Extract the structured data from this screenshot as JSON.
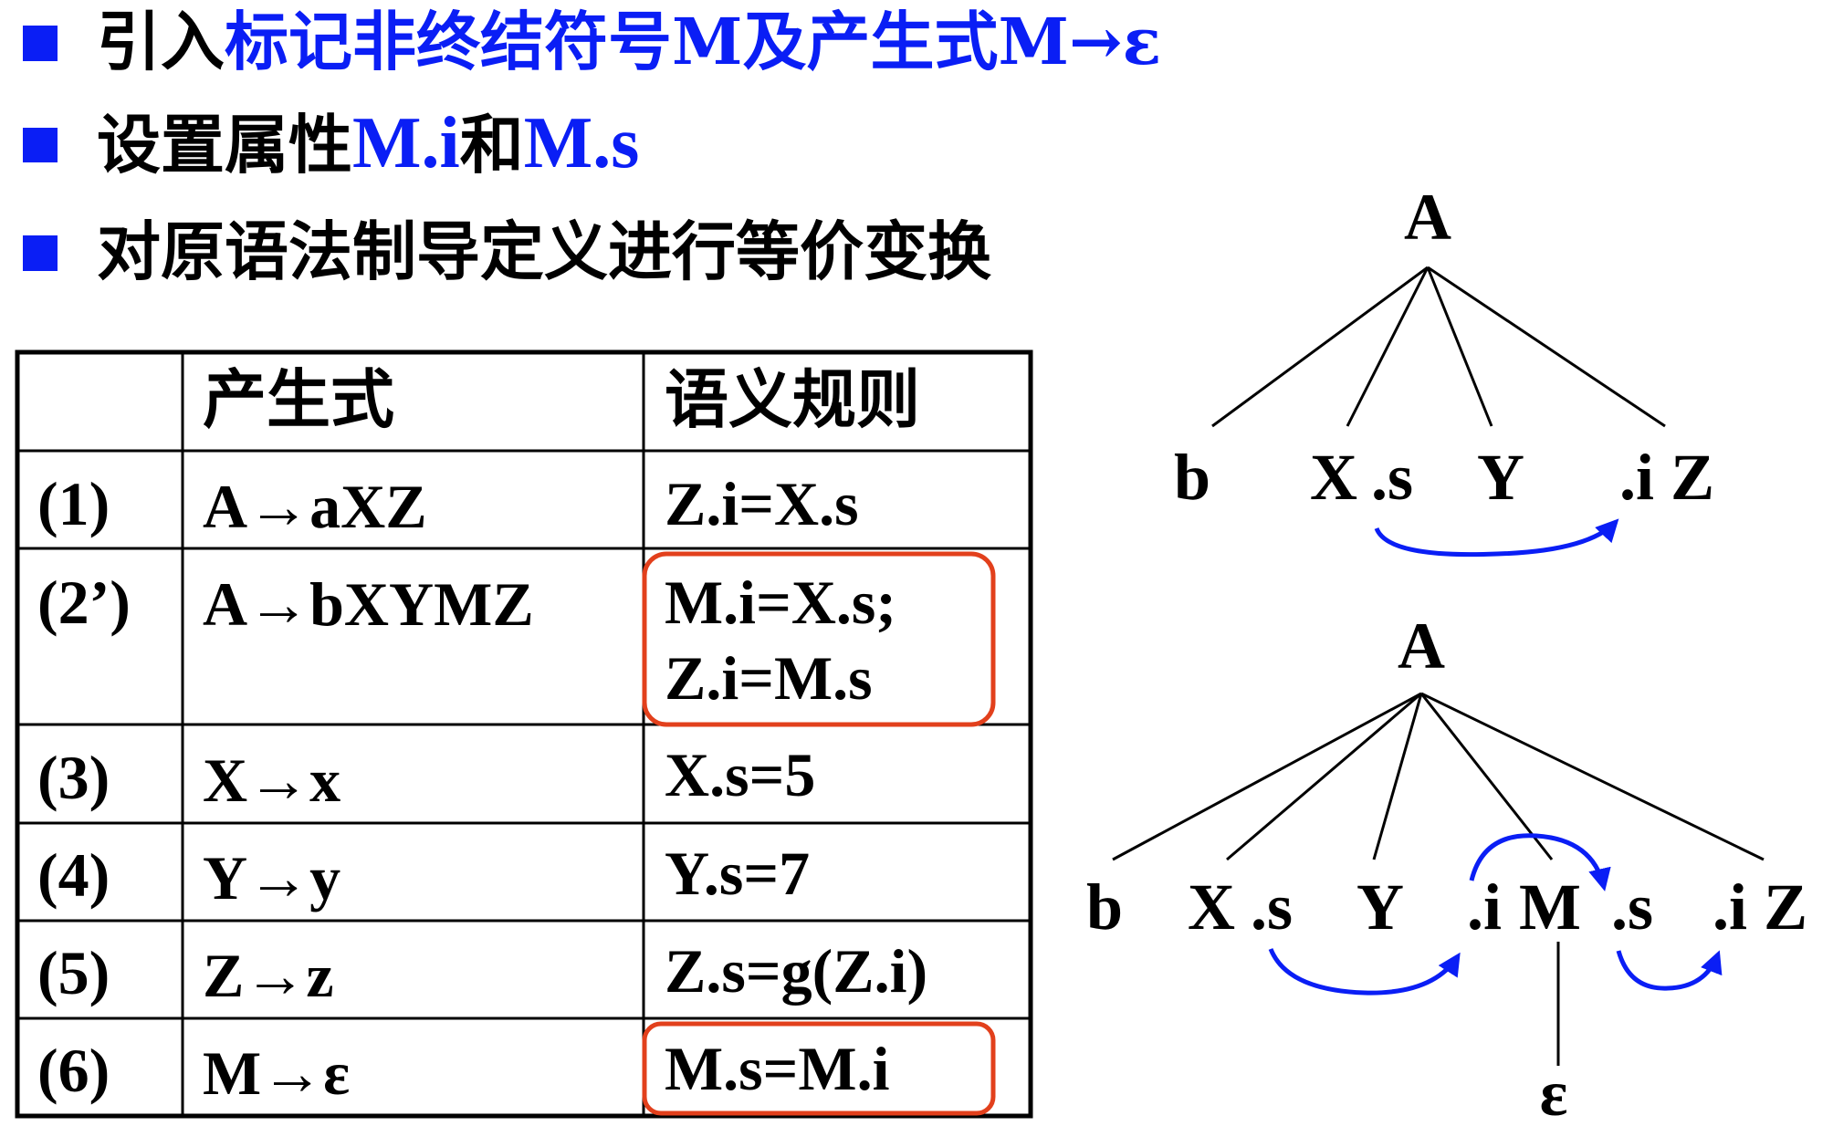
{
  "colors": {
    "accent_blue": "#0a1ef5",
    "highlight_red": "#e2401c",
    "text": "#000000"
  },
  "bullets": [
    {
      "icon": "square-bullet-icon",
      "prefix": "引入",
      "highlight": "标记非终结符号M及产生式M→ε",
      "suffix": ""
    },
    {
      "icon": "square-bullet-icon",
      "prefix": "设置属性",
      "highlight": "M.i",
      "middle": "和",
      "highlight2": "M.s"
    },
    {
      "icon": "square-bullet-icon",
      "prefix": "对原语法制导定义进行等价变换"
    }
  ],
  "table": {
    "headers": [
      "",
      "产生式",
      "语义规则"
    ],
    "rows": [
      {
        "num": "(1)",
        "production": "A→aXZ",
        "rules": [
          "Z.i=X.s"
        ],
        "highlighted": false
      },
      {
        "num": "(2’)",
        "production": "A→bXYMZ",
        "rules": [
          "M.i=X.s;",
          "Z.i=M.s"
        ],
        "highlighted": true
      },
      {
        "num": "(3)",
        "production": "X→x",
        "rules": [
          "X.s=5"
        ],
        "highlighted": false
      },
      {
        "num": "(4)",
        "production": "Y→y",
        "rules": [
          "Y.s=7"
        ],
        "highlighted": false
      },
      {
        "num": "(5)",
        "production": "Z→z",
        "rules": [
          "Z.s=g(Z.i)"
        ],
        "highlighted": false
      },
      {
        "num": "(6)",
        "production": "M→ε",
        "rules": [
          "M.s=M.i"
        ],
        "highlighted": true
      }
    ]
  },
  "tree1": {
    "root": "A",
    "leaves": {
      "b": "b",
      "x": "X",
      "xs": ".s",
      "y": "Y",
      "zi": ".i",
      "z": "Z"
    }
  },
  "tree2": {
    "root": "A",
    "leaves": {
      "b": "b",
      "x": "X",
      "xs": ".s",
      "y": "Y",
      "mi": ".i",
      "m": "M",
      "ms": ".s",
      "zi": ".i",
      "z": "Z"
    },
    "epsilon": "ε"
  }
}
